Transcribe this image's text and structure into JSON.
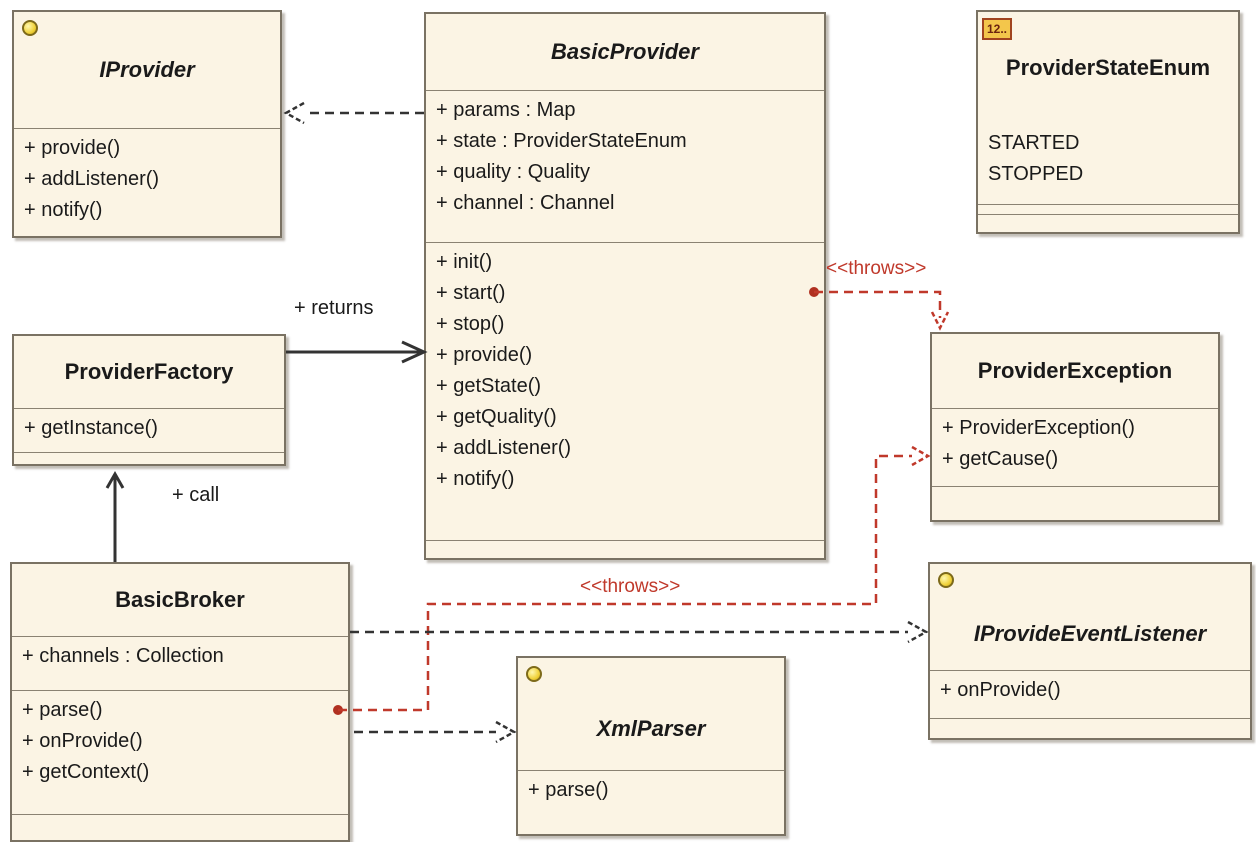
{
  "classes": {
    "iprovider": {
      "name": "IProvider",
      "methods": [
        "+ provide()",
        "+ addListener()",
        "+ notify()"
      ]
    },
    "basic_provider": {
      "name": "BasicProvider",
      "attributes": [
        "+ params : Map",
        "+ state : ProviderStateEnum",
        "+ quality : Quality",
        "+ channel : Channel"
      ],
      "methods": [
        "+ init()",
        "+ start()",
        "+ stop()",
        "+ provide()",
        "+ getState()",
        "+ getQuality()",
        "+ addListener()",
        "+ notify()"
      ]
    },
    "provider_state_enum": {
      "name": "ProviderStateEnum",
      "icon_text": "12..",
      "literals": [
        "STARTED",
        "STOPPED"
      ]
    },
    "provider_factory": {
      "name": "ProviderFactory",
      "methods": [
        "+ getInstance()"
      ]
    },
    "provider_exception": {
      "name": "ProviderException",
      "methods": [
        "+ ProviderException()",
        "+ getCause()"
      ]
    },
    "basic_broker": {
      "name": "BasicBroker",
      "attributes": [
        "+ channels : Collection"
      ],
      "methods": [
        "+ parse()",
        "+ onProvide()",
        "+ getContext()"
      ]
    },
    "iprovide_event_listener": {
      "name": "IProvideEventListener",
      "methods": [
        "+ onProvide()"
      ]
    },
    "xml_parser": {
      "name": "XmlParser",
      "methods": [
        "+ parse()"
      ]
    }
  },
  "relations": {
    "returns_label": "+ returns",
    "call_label": "+ call",
    "throws_label_top": "<<throws>>",
    "throws_label_bottom": "<<throws>>"
  },
  "colors": {
    "class_fill": "#fbf4e4",
    "class_border": "#7a7263",
    "dependency_line": "#333333",
    "throws_line": "#c0392b"
  }
}
